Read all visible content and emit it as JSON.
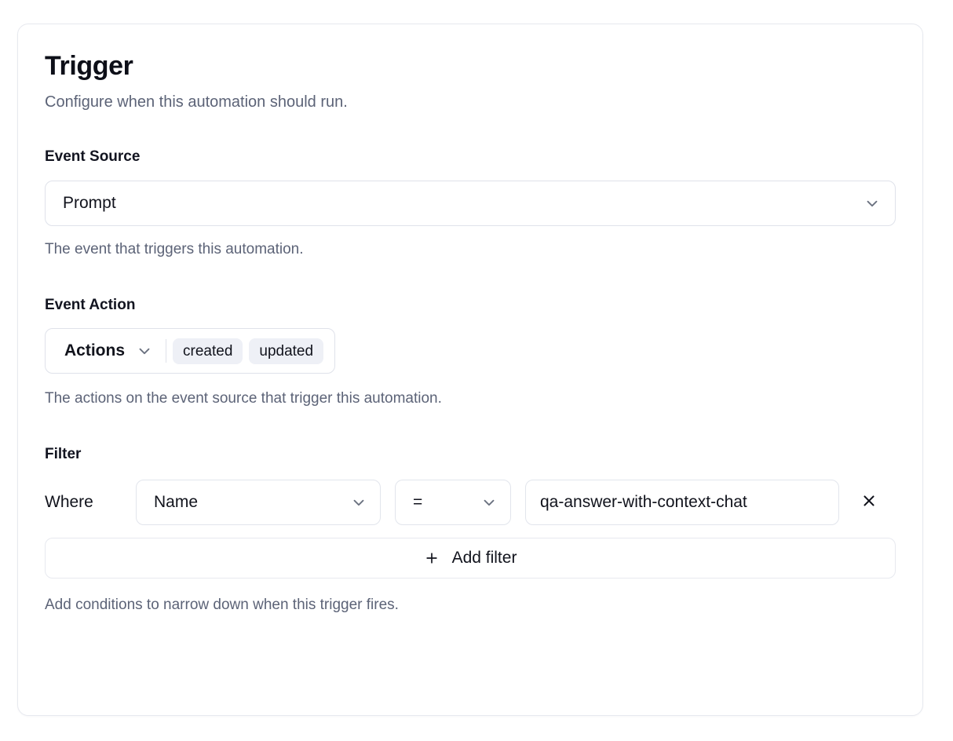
{
  "card": {
    "title": "Trigger",
    "subtitle": "Configure when this automation should run."
  },
  "event_source": {
    "label": "Event Source",
    "selected": "Prompt",
    "helper": "The event that triggers this automation.",
    "chevron_icon": "chevron-down-icon"
  },
  "event_action": {
    "label": "Event Action",
    "trigger_label": "Actions",
    "chips": [
      {
        "label": "created"
      },
      {
        "label": "updated"
      }
    ],
    "helper": "The actions on the event source that trigger this automation.",
    "chevron_icon": "chevron-down-icon"
  },
  "filter": {
    "label": "Filter",
    "where_label": "Where",
    "rows": [
      {
        "field": "Name",
        "operator": "=",
        "value": "qa-answer-with-context-chat",
        "remove_icon": "close-icon"
      }
    ],
    "add_filter_label": "Add filter",
    "add_filter_icon": "plus-icon",
    "helper": "Add conditions to narrow down when this trigger fires."
  },
  "colors": {
    "card_border": "#e7e9ef",
    "text_primary": "#11131c",
    "text_muted": "#5c6377",
    "chip_bg": "#eef0f6",
    "control_border": "#dfe2ea"
  }
}
